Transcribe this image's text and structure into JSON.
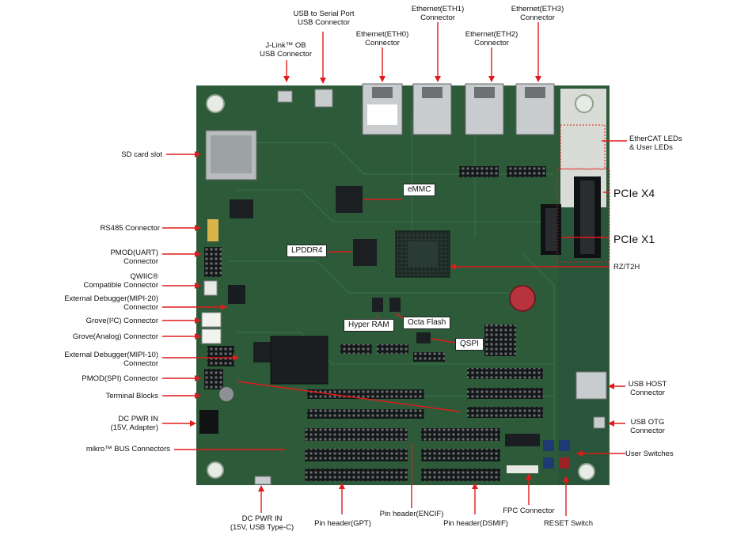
{
  "image_description": {
    "board_colors": {
      "pcb": "#2d5b3a",
      "pcb_dark": "#1f4429",
      "callout": "#e11b1b",
      "chip": "#1c1f22",
      "header": "#15181a",
      "metal": "#c9cccf"
    },
    "labels": {
      "usb_serial": "USB to Serial Port\nUSB Connector",
      "eth1": "Ethernet(ETH1)\nConnector",
      "eth3": "Ethernet(ETH3)\nConnector",
      "eth0": "Ethernet(ETH0)\nConnector",
      "eth2": "Ethernet(ETH2)\nConnector",
      "jlink": "J-Link™ OB\nUSB Connector",
      "ethercat_leds": "EtherCAT LEDs\n& User LEDs",
      "sd_card": "SD card slot",
      "pcie_x4": "PCIe X4",
      "pcie_x1": "PCIe X1",
      "rs485": "RS485 Connector",
      "pmod_uart": "PMOD(UART)\nConnector",
      "rzt2h": "RZ/T2H",
      "qwiic": "QWIIC®\nCompatible Connector",
      "ext_debug_mipi20": "External Debugger(MIPI-20)\nConnector",
      "grove_i2c": "Grove(I²C) Connector",
      "grove_analog": "Grove(Analog) Connector",
      "ext_debug_mipi10": "External Debugger(MIPI-10)\nConnector",
      "usb_host": "USB HOST\nConnector",
      "pmod_spi": "PMOD(SPI) Connector",
      "terminal_blocks": "Terminal Blocks",
      "usb_otg": "USB OTG\nConnector",
      "dc_pwr_adapter": "DC PWR IN\n(15V, Adapter)",
      "user_switches": "User Switches",
      "mikrobus": "mikro™ BUS Connectors",
      "fpc": "FPC Connector",
      "dc_pwr_usbc": "DC PWR IN\n(15V, USB Type-C)",
      "pin_encif": "Pin header(ENCIF)",
      "pin_gpt": "Pin header(GPT)",
      "pin_dsmif": "Pin header(DSMIF)",
      "reset_switch": "RESET Switch"
    },
    "onboard": {
      "emmc": "eMMC",
      "lpddr4": "LPDDR4",
      "hyper_ram": "Hyper RAM",
      "octa_flash": "Octa Flash",
      "qspi": "QSPI"
    }
  }
}
